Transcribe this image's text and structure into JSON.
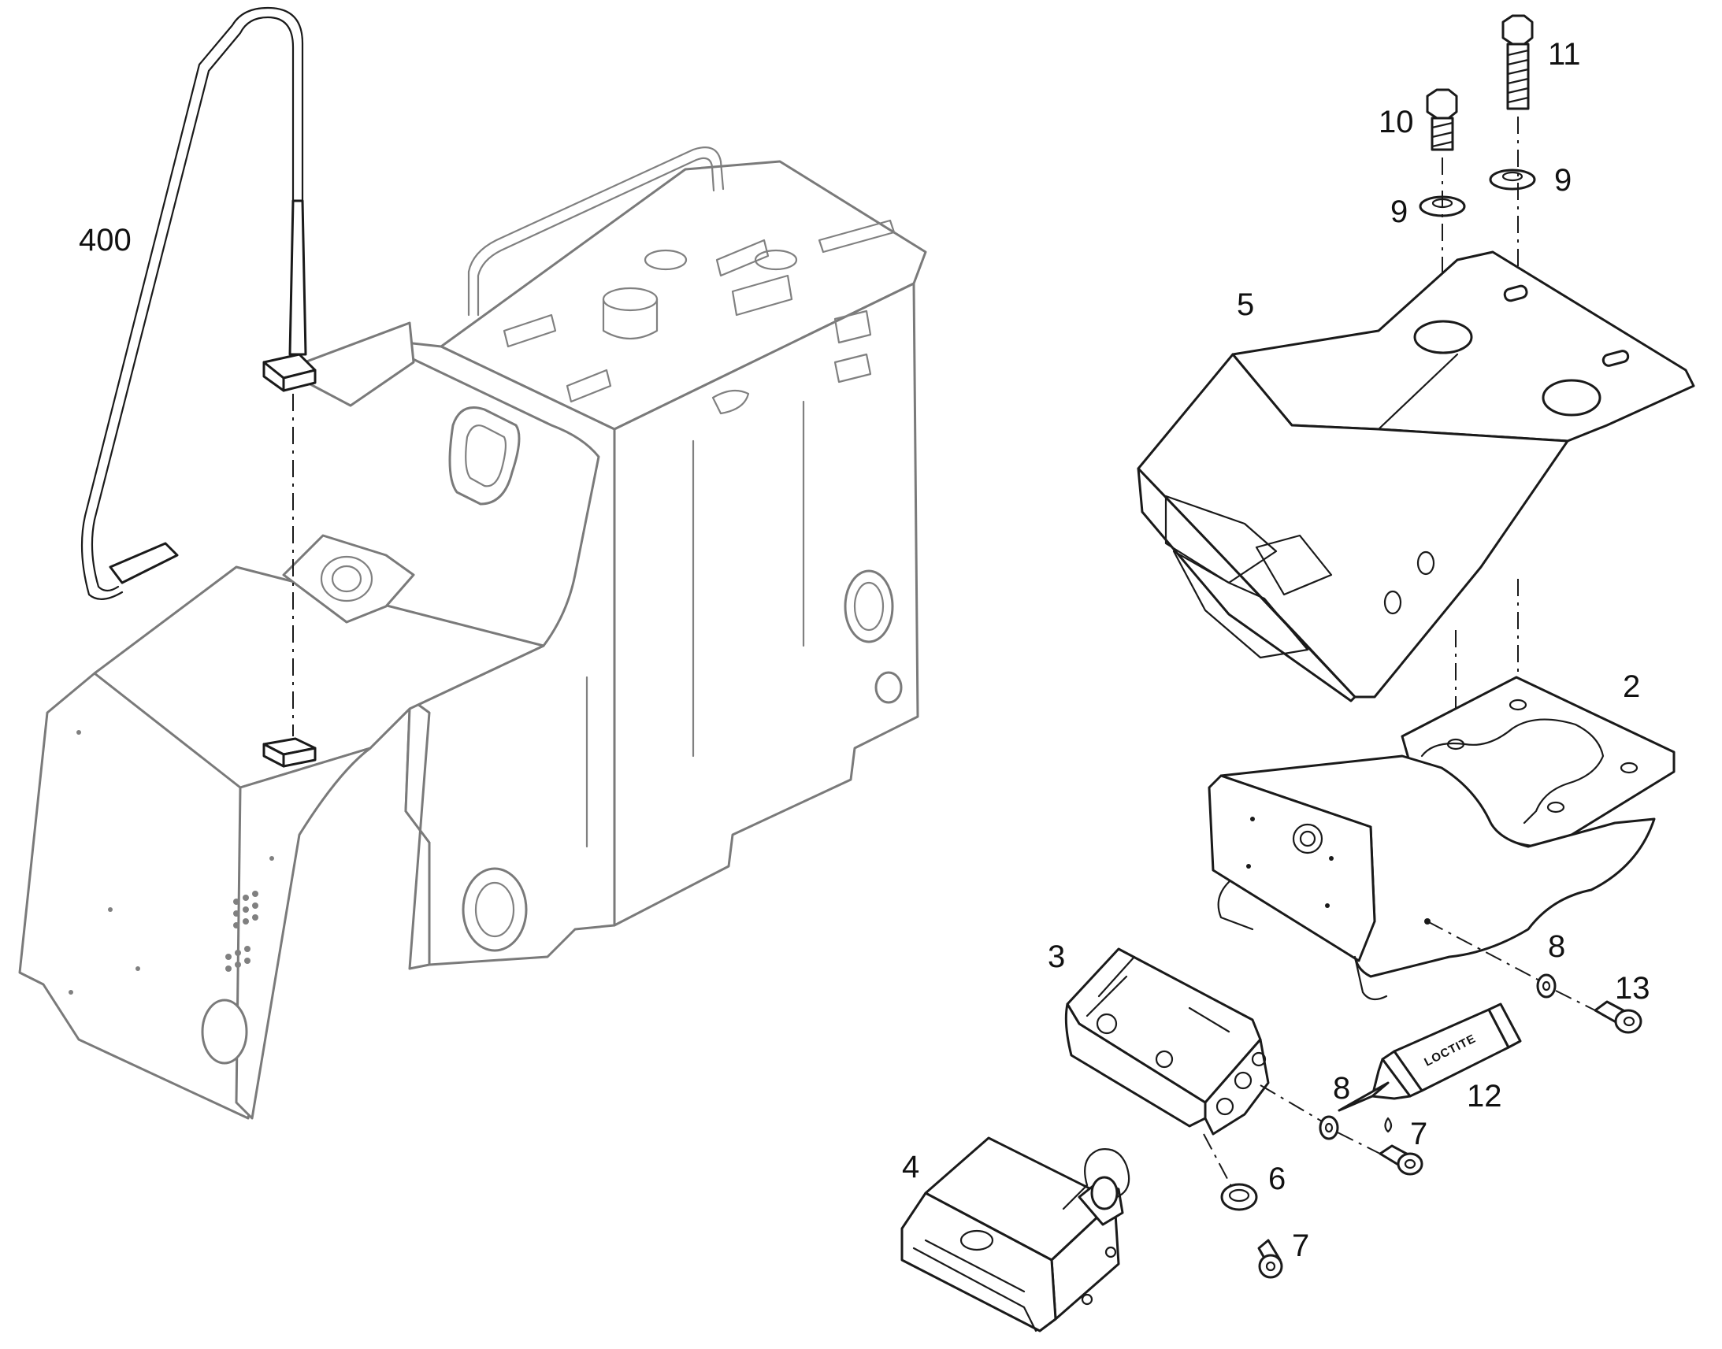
{
  "callouts": [
    {
      "id": "c400",
      "text": "400"
    },
    {
      "id": "c11",
      "text": "11"
    },
    {
      "id": "c10",
      "text": "10"
    },
    {
      "id": "c9a",
      "text": "9"
    },
    {
      "id": "c9b",
      "text": "9"
    },
    {
      "id": "c5",
      "text": "5"
    },
    {
      "id": "c2",
      "text": "2"
    },
    {
      "id": "c3",
      "text": "3"
    },
    {
      "id": "c8a",
      "text": "8"
    },
    {
      "id": "c13",
      "text": "13"
    },
    {
      "id": "c8b",
      "text": "8"
    },
    {
      "id": "c12",
      "text": "12"
    },
    {
      "id": "c7a",
      "text": "7"
    },
    {
      "id": "c4",
      "text": "4"
    },
    {
      "id": "c6",
      "text": "6"
    },
    {
      "id": "c7b",
      "text": "7"
    }
  ],
  "tube_label": "LOCTITE"
}
